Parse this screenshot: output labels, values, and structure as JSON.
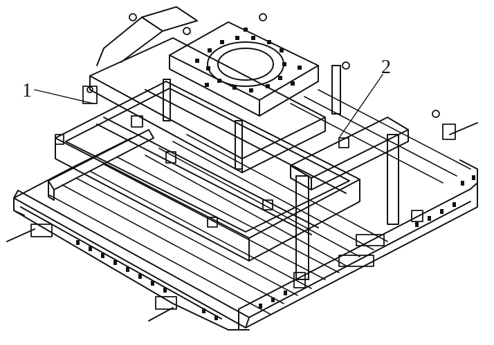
{
  "figure": {
    "callouts": [
      {
        "id": "1",
        "text": "1"
      },
      {
        "id": "2",
        "text": "2"
      }
    ],
    "line_color": "#111111",
    "background": "#ffffff"
  }
}
